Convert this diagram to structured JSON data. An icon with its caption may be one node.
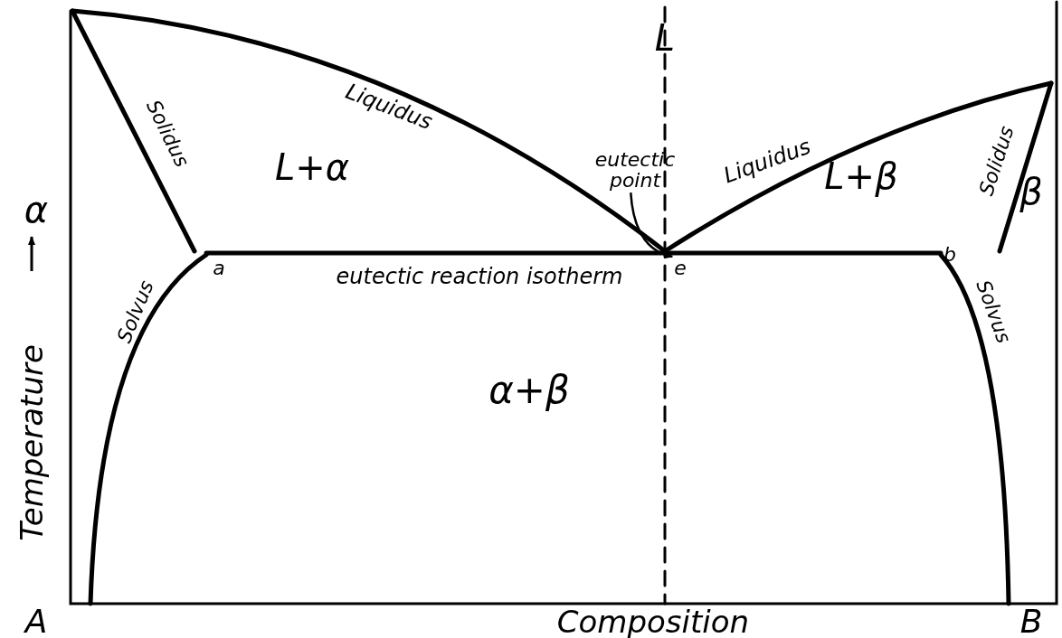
{
  "diagram": {
    "nodes": [
      {
        "text": [
          "eutectic point"
        ]
      },
      {
        "text": [
          "e"
        ]
      }
    ],
    "edges": [
      {
        "from": 0,
        "to": 1,
        "arrow": "to"
      }
    ],
    "labels": [
      "L",
      "Liquidus",
      "Solidus",
      "Liquidus",
      "Solidus",
      "L+α",
      "L+β",
      "α",
      "β",
      "Temperature",
      "a",
      "b",
      "eutectic reaction isotherm",
      "Solvus",
      "Solvus",
      "α+β",
      "A",
      "Composition",
      "B"
    ]
  }
}
